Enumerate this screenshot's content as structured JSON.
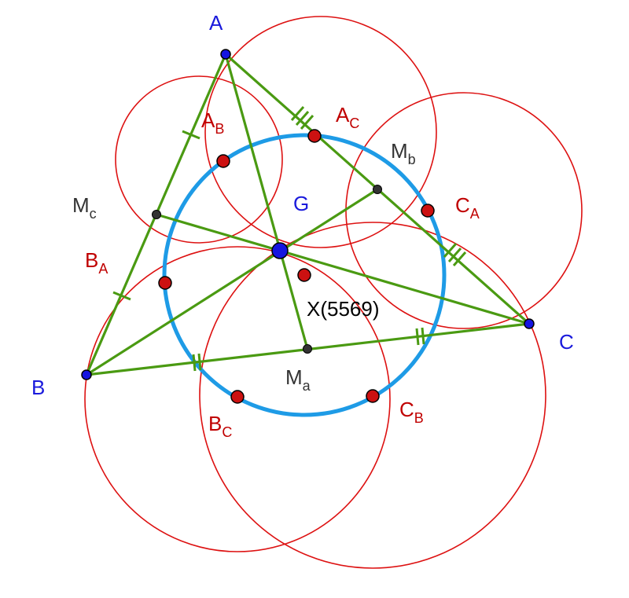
{
  "colors": {
    "vertex_label": "#1a1adc",
    "red_label": "#c00000",
    "gray_label": "#333333",
    "black_label": "#000000",
    "red_circle": "#dd1111",
    "blue_circle": "#1e9be6",
    "green_line": "#4a9a12",
    "vertex_fill": "#1515e0",
    "red_point_fill": "#cc1111",
    "gray_point_fill": "#333333"
  },
  "labels": {
    "A": "A",
    "B": "B",
    "C": "C",
    "G": "G",
    "Ma": "M",
    "Ma_sub": "a",
    "Mb": "M",
    "Mb_sub": "b",
    "Mc": "M",
    "Mc_sub": "c",
    "AB": "A",
    "AB_sub": "B",
    "AC": "A",
    "AC_sub": "C",
    "BA": "B",
    "BA_sub": "A",
    "BC": "B",
    "BC_sub": "C",
    "CA": "C",
    "CA_sub": "A",
    "CB": "C",
    "CB_sub": "B",
    "X": "X(5569)"
  }
}
